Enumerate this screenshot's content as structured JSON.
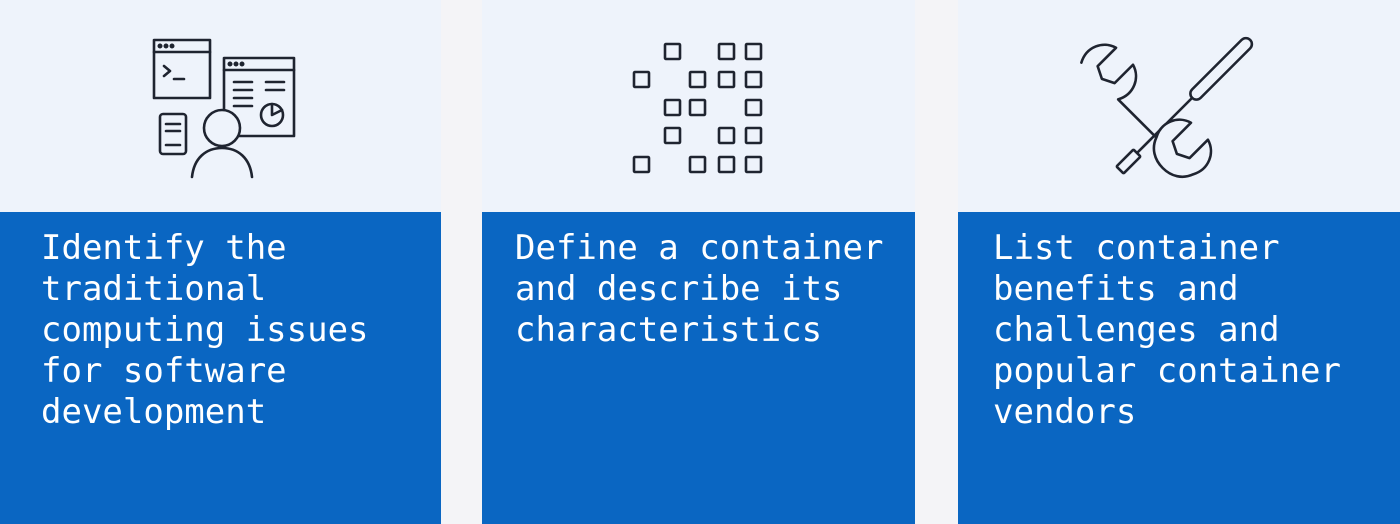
{
  "colors": {
    "background": "#f4f4f7",
    "icon_panel": "#eef3fb",
    "card_blue": "#0a66c2",
    "text": "#ffffff",
    "icon_stroke": "#1f2430"
  },
  "cards": [
    {
      "icon": "developer-workstation-icon",
      "text": "Identify the\ntraditional\ncomputing issues\nfor software\ndevelopment"
    },
    {
      "icon": "container-grid-icon",
      "text": "Define a container\nand describe its\ncharacteristics"
    },
    {
      "icon": "wrench-screwdriver-icon",
      "text": "List container\nbenefits and\nchallenges and\npopular container\nvendors"
    }
  ]
}
